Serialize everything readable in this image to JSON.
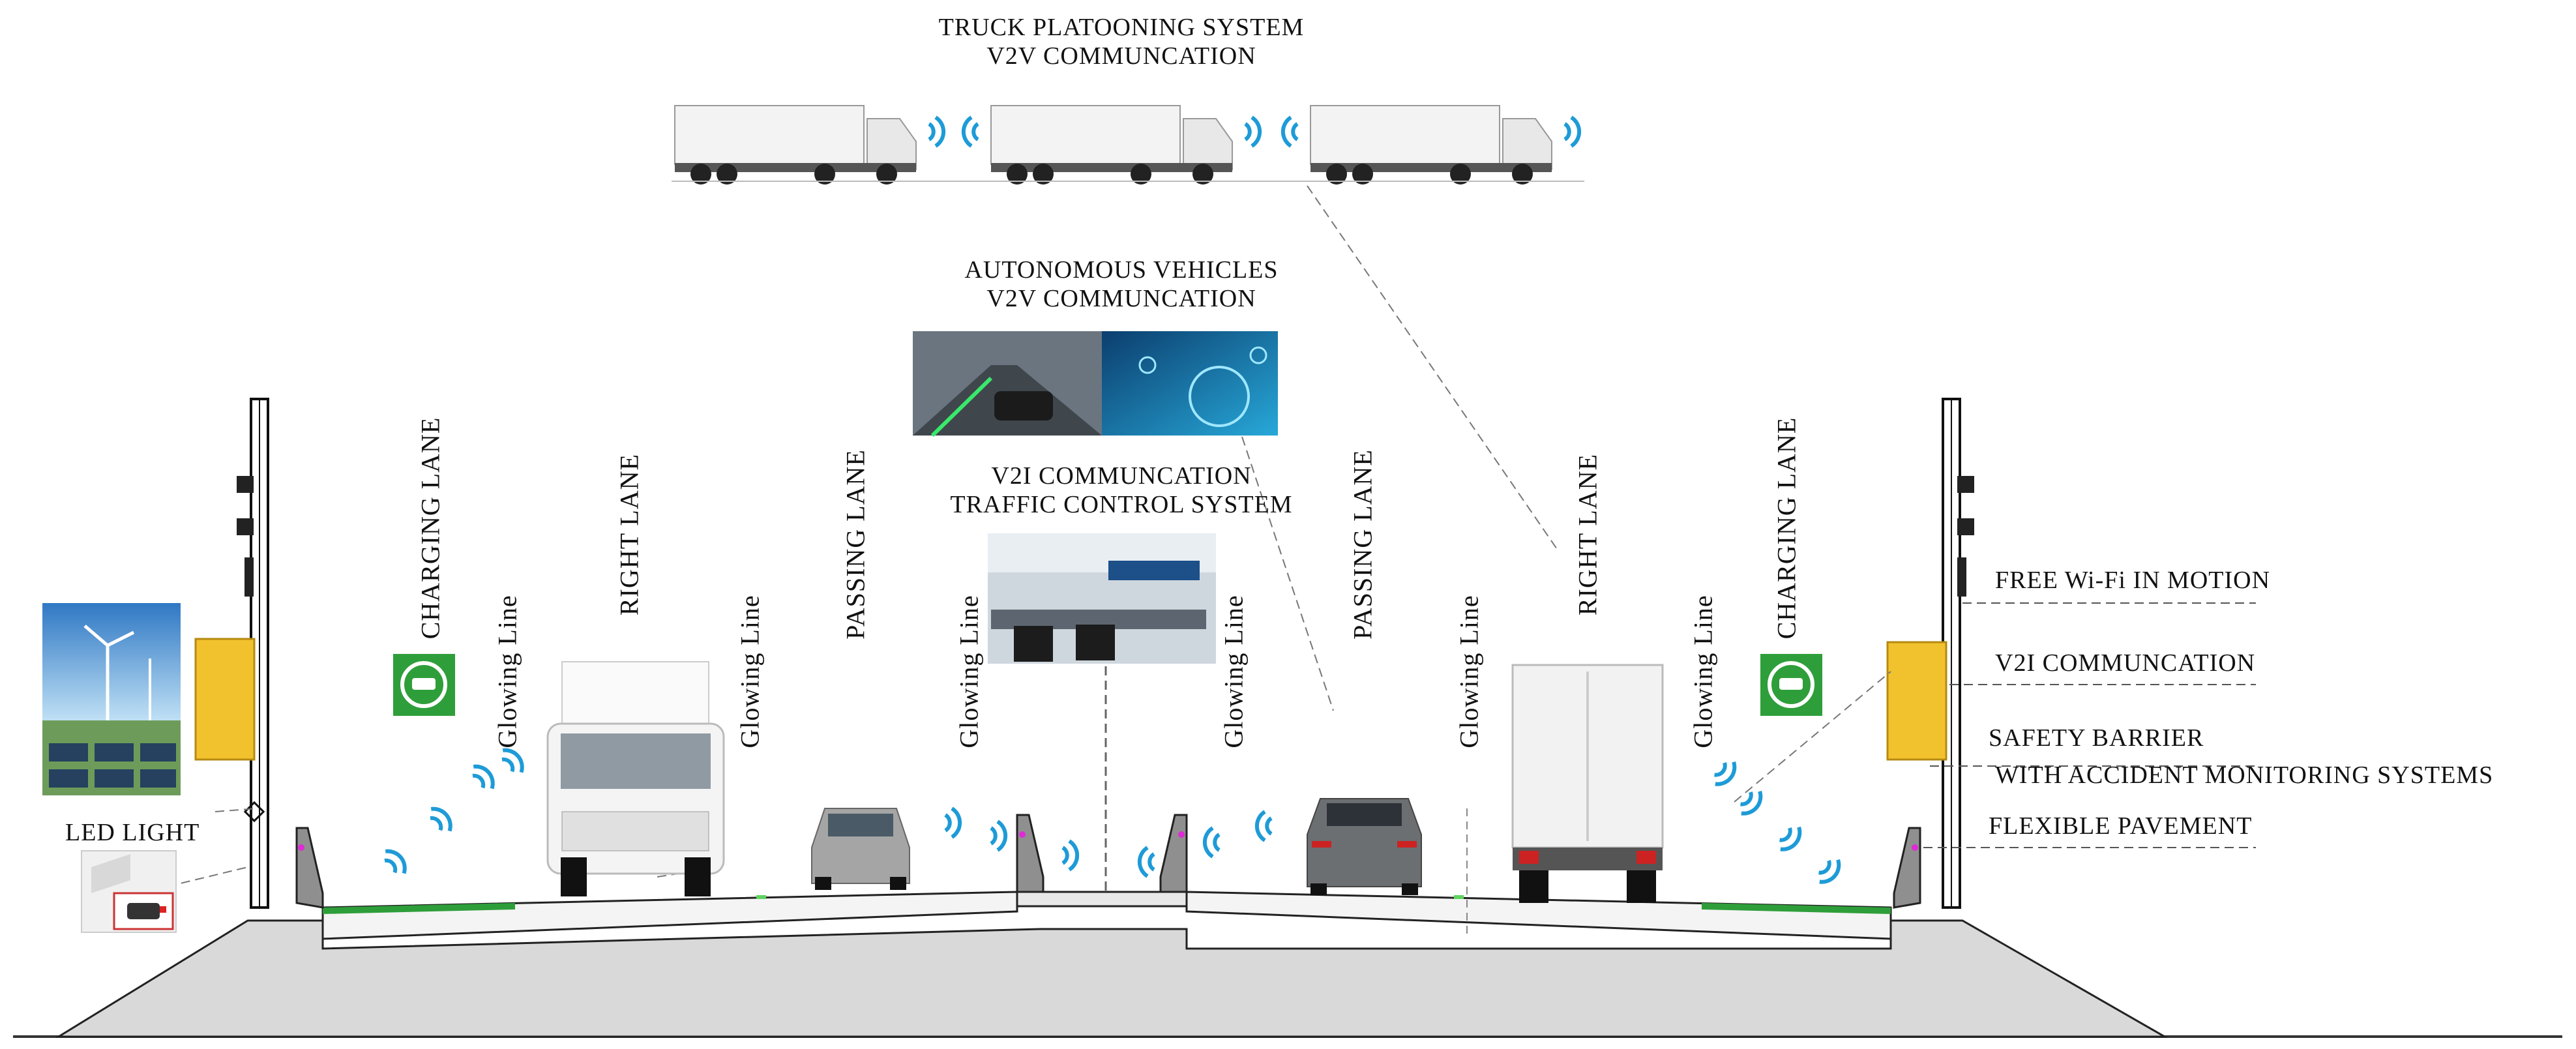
{
  "truck_platooning": {
    "title_line1": "TRUCK PLATOONING SYSTEM",
    "title_line2": "V2V COMMUNCATION"
  },
  "autonomous_vehicles": {
    "title_line1": "AUTONOMOUS VEHICLES",
    "title_line2": "V2V COMMUNCATION"
  },
  "traffic_control": {
    "title_line1": "V2I COMMUNCATION",
    "title_line2": "TRAFFIC CONTROL SYSTEM"
  },
  "lanes": {
    "left_charging": "CHARGING LANE",
    "left_right": "RIGHT LANE",
    "left_passing": "PASSING LANE",
    "right_passing": "PASSING LANE",
    "right_right": "RIGHT LANE",
    "right_charging": "CHARGING LANE"
  },
  "glowing_lines": [
    "Glowing Line",
    "Glowing Line",
    "Glowing Line",
    "Glowing Line",
    "Glowing Line",
    "Glowing Line"
  ],
  "left_callouts": {
    "led_light": "LED LIGHT"
  },
  "right_callouts": {
    "wifi": "FREE Wi-Fi IN MOTION",
    "v2i": "V2I COMMUNCATION",
    "barrier_line1": "SAFETY BARRIER",
    "barrier_line2": "WITH ACCIDENT MONITORING SYSTEMS",
    "pavement": "FLEXIBLE PAVEMENT"
  },
  "colors": {
    "charging_green": "#2e9e3a",
    "panel_yellow": "#f2c12e",
    "signal_blue": "#1e9bd7",
    "road_gray": "#d7d7d7"
  }
}
